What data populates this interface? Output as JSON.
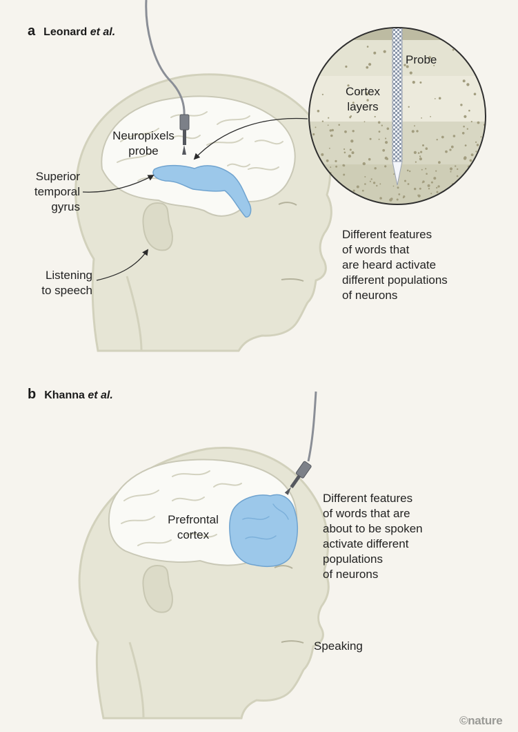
{
  "panel_a": {
    "letter": "a",
    "author": "Leonard",
    "etal": "et al.",
    "labels": {
      "probe_top": "Neuropixels",
      "probe_bottom": "probe",
      "stg": [
        "Superior",
        "temporal",
        "gyrus"
      ],
      "listening": [
        "Listening",
        "to speech"
      ],
      "inset_probe": "Probe",
      "inset_cortex": [
        "Cortex",
        "layers"
      ],
      "description": [
        "Different features",
        "of words that",
        "are heard activate",
        "different populations",
        "of neurons"
      ]
    }
  },
  "panel_b": {
    "letter": "b",
    "author": "Khanna",
    "etal": "et al.",
    "labels": {
      "pfc": [
        "Prefrontal",
        "cortex"
      ],
      "description": [
        "Different features",
        "of words that are",
        "about to be spoken",
        "activate different",
        "populations",
        "of neurons"
      ],
      "speaking": "Speaking"
    }
  },
  "credit": "©nature",
  "colors": {
    "background": "#f6f4ee",
    "head_fill": "#e6e5d5",
    "head_stroke": "#d2d1bc",
    "brain_fill": "#fafaf6",
    "brain_stroke": "#c9c8b6",
    "region_fill": "#9cc8ea",
    "region_stroke": "#6fa3cf",
    "probe_gray": "#7c8088",
    "inset_band_1": "#e9e8da",
    "inset_band_2": "#d8d7c3",
    "inset_band_3": "#cecdb6",
    "inset_dots": "#a29d7f"
  }
}
